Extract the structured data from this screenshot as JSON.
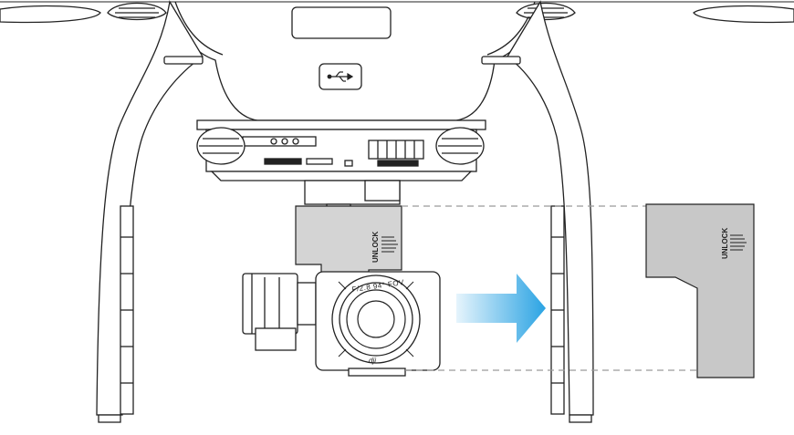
{
  "labels": {
    "unlock": "UNLOCK",
    "lens_spec": "F/2.8 94° FOV",
    "brand_mark": "dji"
  },
  "icons": {
    "usb_port": "usb-icon",
    "direction_arrow": "arrow-right-icon"
  },
  "colors": {
    "line": "#222222",
    "gimbal_clamp_fill": "#d4d4d4",
    "clamp_part_fill": "#c8c8c8",
    "arrow_start": "#e6f4fc",
    "arrow_end": "#2aa3e3",
    "guide_dash": "#9a9a9a"
  }
}
